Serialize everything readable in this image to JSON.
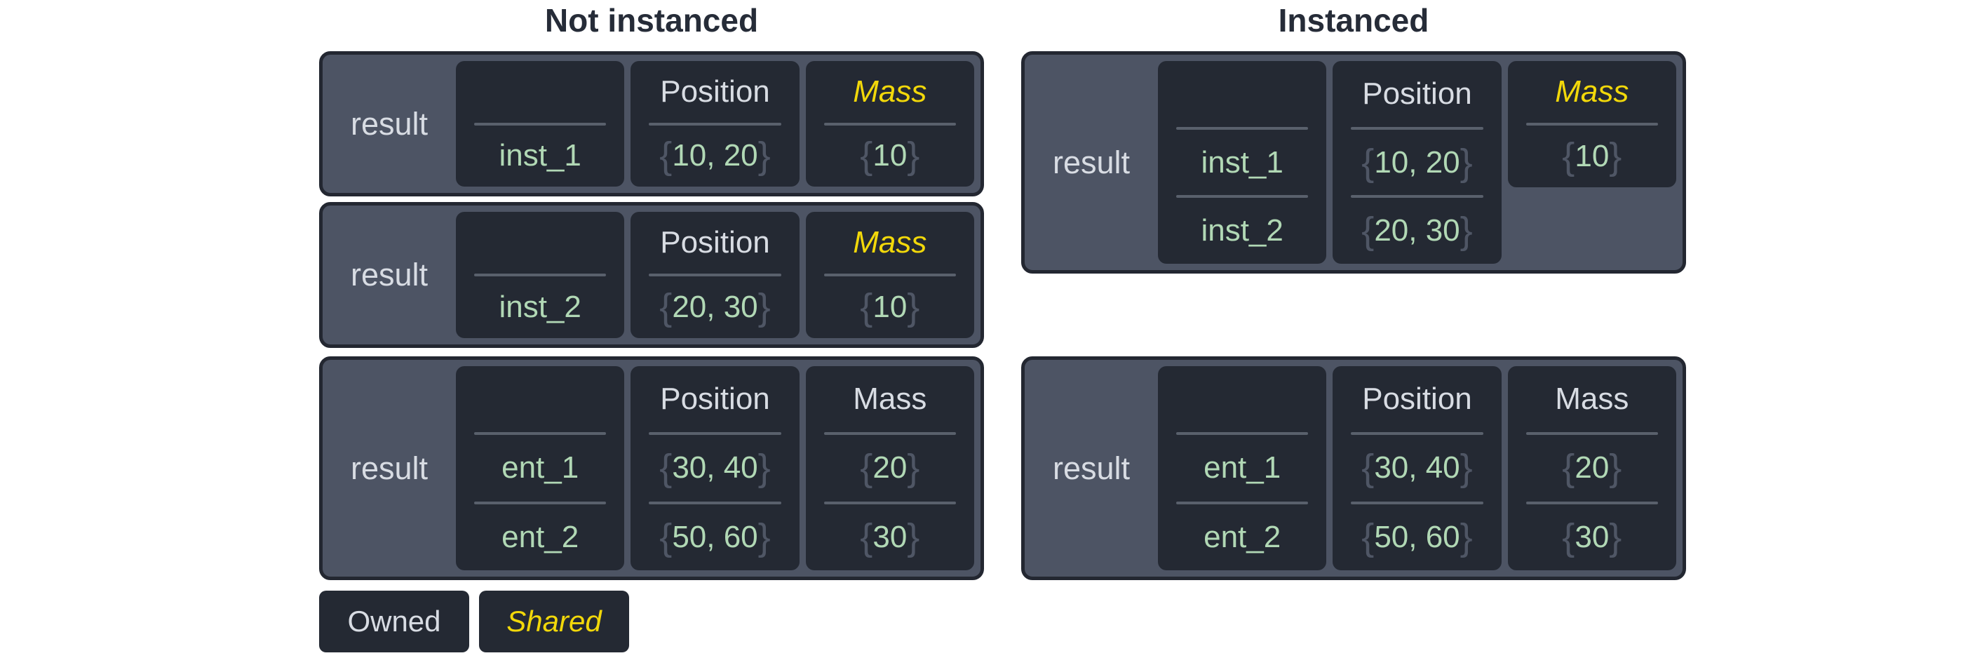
{
  "palette": {
    "page_bg": "#ffffff",
    "title": "#262c38",
    "group_bg": "#4d5464",
    "group_border": "#232731",
    "cell_bg": "#242933",
    "divider": "#59606c",
    "header_text": "#d8dce3",
    "value_green": "#b1d8b5",
    "brace": "#4f5665",
    "shared_yellow": "#f2d80a",
    "legend_bg": "#242933"
  },
  "braces": {
    "open": "{",
    "close": "}"
  },
  "columns": [
    {
      "title": "Not instanced",
      "groups": [
        {
          "label": "result",
          "columns": [
            {
              "header": "",
              "shared": false,
              "braced": false,
              "values": [
                "inst_1"
              ]
            },
            {
              "header": "Position",
              "shared": false,
              "braced": true,
              "values": [
                "10, 20"
              ]
            },
            {
              "header": "Mass",
              "shared": true,
              "braced": true,
              "values": [
                "10"
              ]
            }
          ]
        },
        {
          "label": "result",
          "columns": [
            {
              "header": "",
              "shared": false,
              "braced": false,
              "values": [
                "inst_2"
              ]
            },
            {
              "header": "Position",
              "shared": false,
              "braced": true,
              "values": [
                "20, 30"
              ]
            },
            {
              "header": "Mass",
              "shared": true,
              "braced": true,
              "values": [
                "10"
              ]
            }
          ]
        },
        {
          "label": "result",
          "columns": [
            {
              "header": "",
              "shared": false,
              "braced": false,
              "values": [
                "ent_1",
                "ent_2"
              ]
            },
            {
              "header": "Position",
              "shared": false,
              "braced": true,
              "values": [
                "30, 40",
                "50, 60"
              ]
            },
            {
              "header": "Mass",
              "shared": false,
              "braced": true,
              "values": [
                "20",
                "30"
              ]
            }
          ]
        }
      ]
    },
    {
      "title": "Instanced",
      "groups": [
        {
          "label": "result",
          "columns": [
            {
              "header": "",
              "shared": false,
              "braced": false,
              "values": [
                "inst_1",
                "inst_2"
              ]
            },
            {
              "header": "Position",
              "shared": false,
              "braced": true,
              "values": [
                "10, 20",
                "20, 30"
              ]
            },
            {
              "header": "Mass",
              "shared": true,
              "braced": true,
              "short": true,
              "values": [
                "10"
              ]
            }
          ]
        },
        {
          "label": "result",
          "columns": [
            {
              "header": "",
              "shared": false,
              "braced": false,
              "values": [
                "ent_1",
                "ent_2"
              ]
            },
            {
              "header": "Position",
              "shared": false,
              "braced": true,
              "values": [
                "30, 40",
                "50, 60"
              ]
            },
            {
              "header": "Mass",
              "shared": false,
              "braced": true,
              "values": [
                "20",
                "30"
              ]
            }
          ]
        }
      ]
    }
  ],
  "legend": {
    "owned": {
      "label": "Owned"
    },
    "shared": {
      "label": "Shared"
    }
  }
}
